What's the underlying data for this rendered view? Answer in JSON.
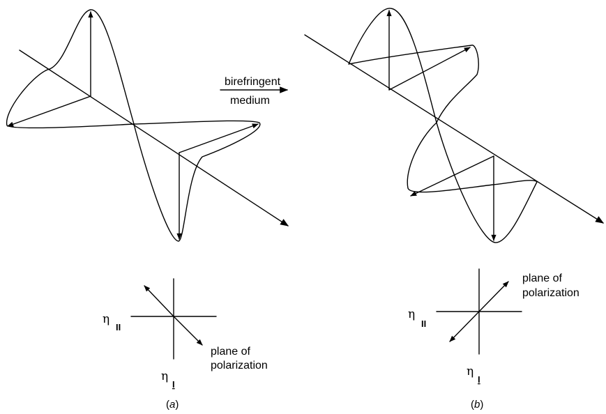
{
  "arrow_label": {
    "line1": "birefringent",
    "line2": "medium"
  },
  "panel_a": {
    "axis_parallel": {
      "symbol": "η",
      "subscript": "II"
    },
    "axis_perp": {
      "symbol": "η",
      "subscript": "I"
    },
    "polarization_label": {
      "line1": "plane of",
      "line2": "polarization"
    },
    "caption": {
      "open": "(",
      "letter": "a",
      "close": ")"
    }
  },
  "panel_b": {
    "axis_parallel": {
      "symbol": "η",
      "subscript": "II"
    },
    "axis_perp": {
      "symbol": "η",
      "subscript": "I"
    },
    "polarization_label": {
      "line1": "plane of",
      "line2": "polarization"
    },
    "caption": {
      "open": "(",
      "letter": "b",
      "close": ")"
    }
  }
}
